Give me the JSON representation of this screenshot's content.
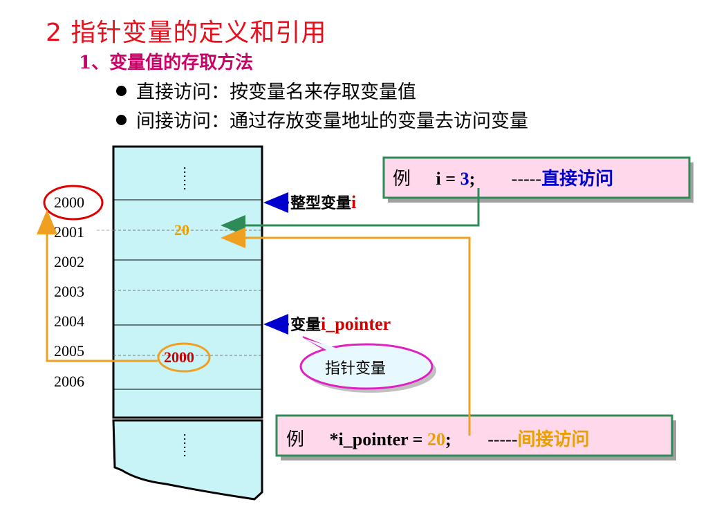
{
  "title": "2  指针变量的定义和引用",
  "subtitle": "1、变量值的存取方法",
  "bullets": [
    "直接访问：按变量名来存取变量值",
    "间接访问：通过存放变量地址的变量去访问变量"
  ],
  "addresses": [
    "2000",
    "2001",
    "2002",
    "2003",
    "2004",
    "2005",
    "2006"
  ],
  "memory": {
    "cell_value_i": "20",
    "cell_value_pointer": "2000",
    "dots": "……"
  },
  "labels": {
    "int_var_prefix": "整型变量",
    "int_var_name": "i",
    "ptr_var_prefix": "变量",
    "ptr_var_name": "i_pointer",
    "bubble": "指针变量"
  },
  "example_direct": {
    "word": "例",
    "code_pre": "i = ",
    "value": "3",
    "code_post": ";",
    "dashes": "-----",
    "tag": "直接访问"
  },
  "example_indirect": {
    "word": "例",
    "code_pre": "*i_pointer = ",
    "value": "20",
    "code_post": ";",
    "dashes": "-----",
    "tag": "间接访问"
  },
  "colors": {
    "title": "#e8101c",
    "subtitle": "#cc0066",
    "memory_fill": "#c8f4f8",
    "green_arrow": "#2e8b57",
    "orange_arrow": "#f0a020",
    "blue_arrow": "#0000cc",
    "example_fill": "#ffd8ec",
    "bubble_border": "#e020c0"
  }
}
